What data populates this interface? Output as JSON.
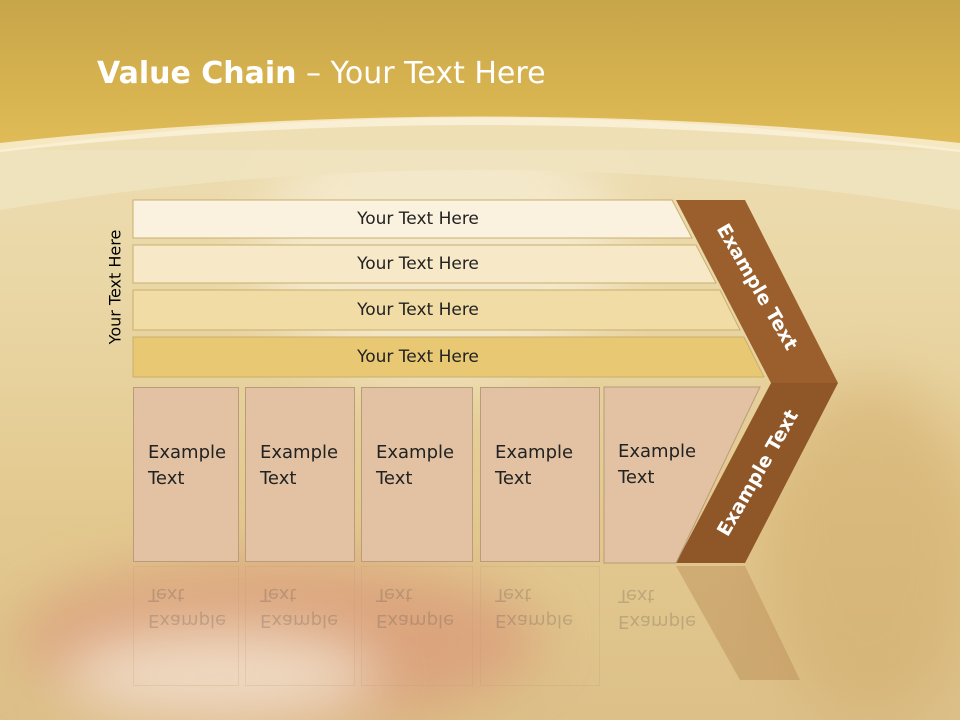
{
  "slide": {
    "title_bold": "Value Chain",
    "title_rest": " – Your Text Here",
    "side_label": "Your Text Here",
    "rows": [
      {
        "label": "Your Text Here",
        "fill": "#faf2df"
      },
      {
        "label": "Your Text Here",
        "fill": "#f7e9c8"
      },
      {
        "label": "Your Text Here",
        "fill": "#f1dca6"
      },
      {
        "label": "Your Text Here",
        "fill": "#e9c874"
      }
    ],
    "columns": [
      {
        "line1": "Example",
        "line2": "Text"
      },
      {
        "line1": "Example",
        "line2": "Text"
      },
      {
        "line1": "Example",
        "line2": "Text"
      },
      {
        "line1": "Example",
        "line2": "Text"
      },
      {
        "line1": "Example",
        "line2": "Text"
      }
    ],
    "chevron_top_label": "Example Text",
    "chevron_bottom_label": "Example Text",
    "colors": {
      "header": "#d4af4e",
      "column_fill": "#e2c2a2",
      "chevron": "#9a5f2c",
      "row_border": "#c9ae6e"
    }
  }
}
